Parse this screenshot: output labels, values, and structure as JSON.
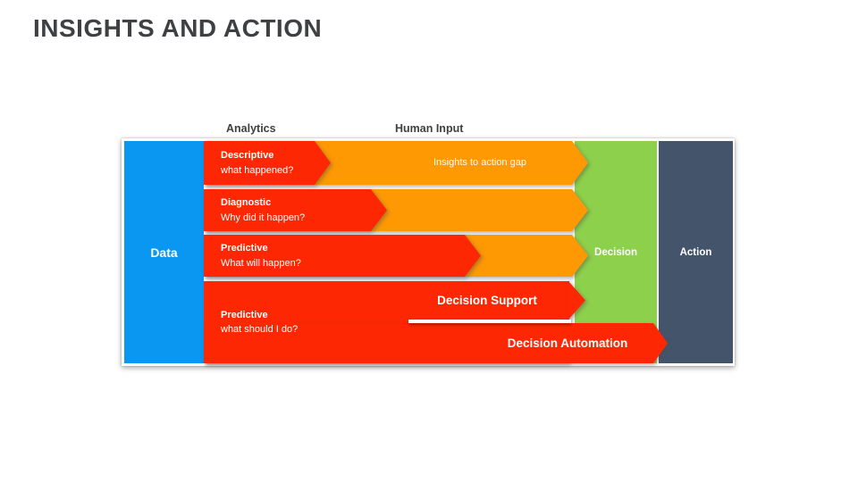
{
  "slide": {
    "title": "INSIGHTS AND ACTION"
  },
  "labels": {
    "analytics": "Analytics",
    "human_input": "Human Input"
  },
  "diagram": {
    "data_box": "Data",
    "decision_box": "Decision",
    "action_box": "Action",
    "rows": [
      {
        "category": "Descriptive",
        "question": "what happened?"
      },
      {
        "category": "Diagnostic",
        "question": "Why did it happen?"
      },
      {
        "category": "Predictive",
        "question": "What will happen?"
      },
      {
        "category": "Predictive",
        "question": "what should I do?"
      }
    ],
    "gap_note": "Insights to action gap",
    "decision_support": "Decision Support",
    "decision_automation": "Decision Automation"
  },
  "colors": {
    "data_blue": "#0997f2",
    "arrow_red": "#fe2704",
    "arrow_orange": "#fe9803",
    "decision_green": "#8dd04b",
    "action_slate": "#43546b",
    "title_gray": "#3f4042"
  }
}
